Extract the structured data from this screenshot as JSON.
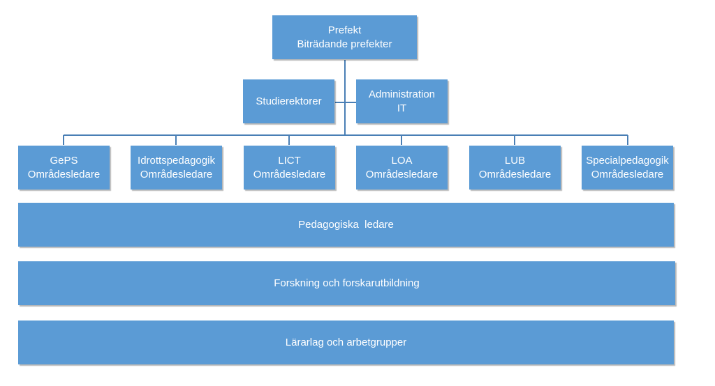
{
  "top": {
    "line1": "Prefekt",
    "line2": "Biträdande prefekter"
  },
  "staff_left": {
    "line1": "Studierektorer"
  },
  "staff_right": {
    "line1": "Administration",
    "line2": "IT"
  },
  "units": [
    {
      "name": "GePS",
      "role": "Områdesledare"
    },
    {
      "name": "Idrottspedagogik",
      "role": "Områdesledare"
    },
    {
      "name": "LICT",
      "role": "Områdesledare"
    },
    {
      "name": "LOA",
      "role": "Områdesledare"
    },
    {
      "name": "LUB",
      "role": "Områdesledare"
    },
    {
      "name": "Specialpedagogik",
      "role": "Områdesledare"
    }
  ],
  "bands": [
    {
      "label": "Pedagogiska  ledare"
    },
    {
      "label": "Forskning och forskarutbildning"
    },
    {
      "label": "Lärarlag och arbetgrupper"
    }
  ],
  "colors": {
    "box_fill": "#5b9bd5",
    "connector": "#4a7fb5",
    "text": "#ffffff"
  }
}
